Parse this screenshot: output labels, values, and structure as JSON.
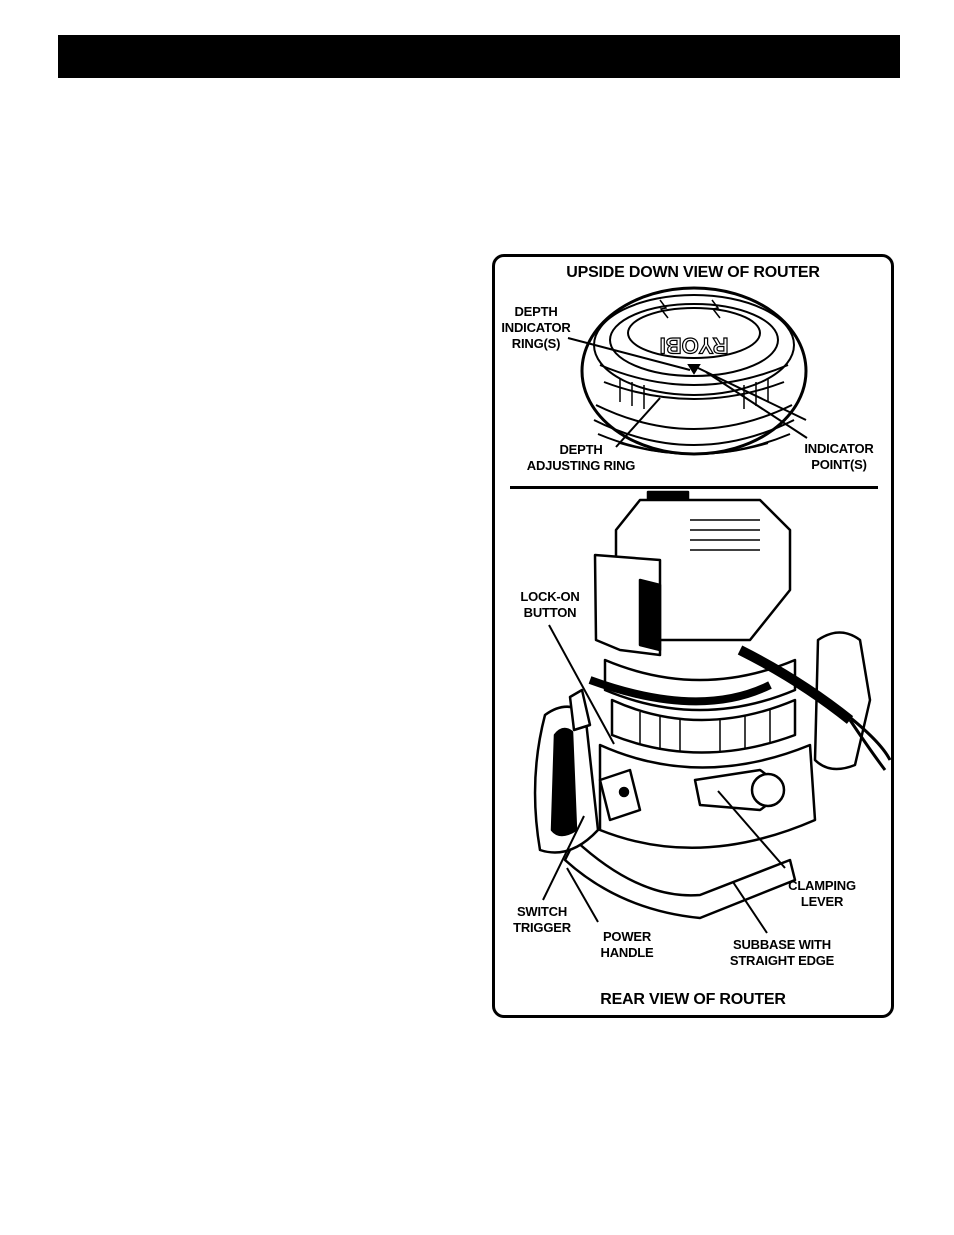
{
  "figure": {
    "top_title": "UPSIDE DOWN VIEW OF ROUTER",
    "bottom_title": "REAR VIEW OF ROUTER",
    "labels": {
      "depth_indicator_ring": "DEPTH\nINDICATOR\nRING(S)",
      "depth_adjusting_ring": "DEPTH\nADJUSTING RING",
      "indicator_point": "INDICATOR\nPOINT(S)",
      "lock_on_button": "LOCK-ON\nBUTTON",
      "clamping_lever": "CLAMPING\nLEVER",
      "switch_trigger": "SWITCH\nTRIGGER",
      "power_handle": "POWER\nHANDLE",
      "subbase": "SUBBASE WITH\nSTRAIGHT EDGE"
    },
    "brand_mark": "RYOBI"
  }
}
